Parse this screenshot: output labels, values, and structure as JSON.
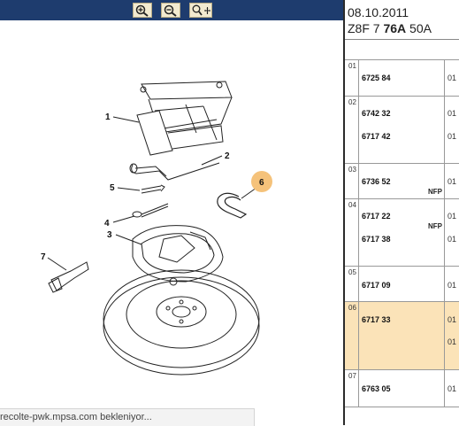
{
  "toolbar": {
    "buttons": [
      {
        "icon": "zoom-in-icon"
      },
      {
        "icon": "zoom-out-icon"
      },
      {
        "icon": "zoom-move-icon"
      }
    ]
  },
  "diagram": {
    "callouts": [
      "1",
      "2",
      "3",
      "4",
      "5",
      "6",
      "7"
    ],
    "highlight_color": "#f5c27a"
  },
  "status_bar": {
    "text": "recolte-pwk.mpsa.com bekleniyor..."
  },
  "header": {
    "date": "08.10.2011",
    "model_prefix": "Z8F 7 ",
    "model_bold": "76A",
    "model_suffix": " 50A"
  },
  "groups": [
    {
      "no": "01",
      "rows": [
        {
          "part": "6725 84",
          "qty": "01",
          "tag": ""
        }
      ]
    },
    {
      "no": "02",
      "rows": [
        {
          "part": "6742 32",
          "qty": "01",
          "tag": ""
        },
        {
          "part": "6717 42",
          "qty": "01",
          "tag": ""
        }
      ]
    },
    {
      "no": "03",
      "rows": [
        {
          "part": "6736 52",
          "qty": "01",
          "tag": "NFP"
        }
      ]
    },
    {
      "no": "04",
      "rows": [
        {
          "part": "6717 22",
          "qty": "01",
          "tag": "NFP"
        },
        {
          "part": "6717 38",
          "qty": "01",
          "tag": ""
        }
      ]
    },
    {
      "no": "05",
      "rows": [
        {
          "part": "6717 09",
          "qty": "01",
          "tag": ""
        }
      ]
    },
    {
      "no": "06",
      "rows": [
        {
          "part": "6717 33",
          "qty": "01",
          "tag": ""
        },
        {
          "part": "",
          "qty": "01",
          "tag": ""
        }
      ]
    },
    {
      "no": "07",
      "rows": [
        {
          "part": "6763 05",
          "qty": "01",
          "tag": ""
        }
      ]
    }
  ]
}
